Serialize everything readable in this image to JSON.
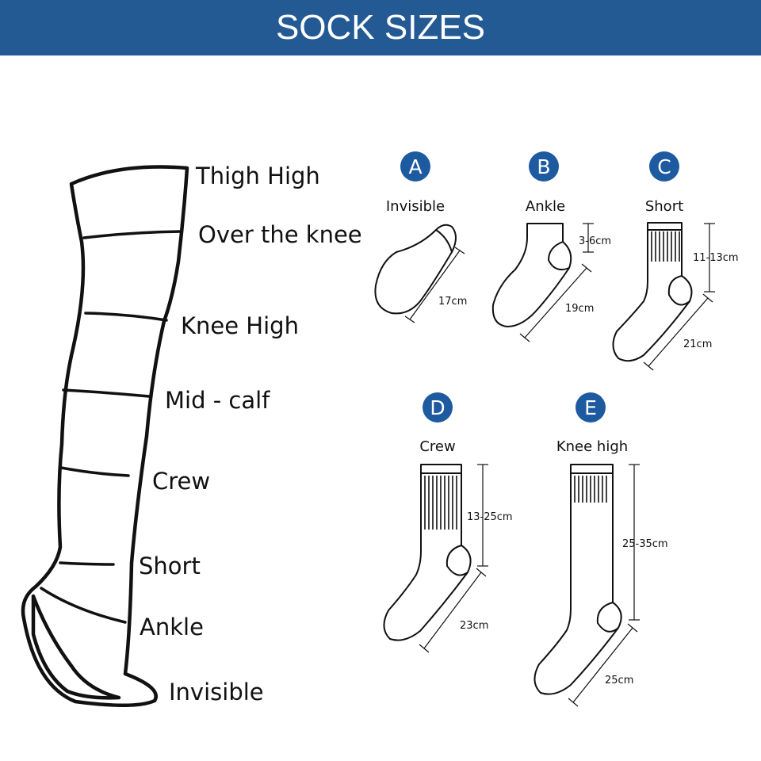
{
  "header": {
    "title": "SOCK SIZES"
  },
  "leg_labels": [
    "Thigh High",
    "Over the knee",
    "Knee High",
    "Mid - calf",
    "Crew",
    "Short",
    "Ankle",
    "Invisible"
  ],
  "socks": [
    {
      "letter": "A",
      "name": "Invisible",
      "foot_length": "17cm"
    },
    {
      "letter": "B",
      "name": "Ankle",
      "foot_length": "19cm",
      "leg_height": "3-6cm"
    },
    {
      "letter": "C",
      "name": "Short",
      "foot_length": "21cm",
      "leg_height": "11-13cm"
    },
    {
      "letter": "D",
      "name": "Crew",
      "foot_length": "23cm",
      "leg_height": "13-25cm"
    },
    {
      "letter": "E",
      "name": "Knee high",
      "foot_length": "25cm",
      "leg_height": "25-35cm"
    }
  ],
  "colors": {
    "banner": "#235a94",
    "badge": "#1e5aa0",
    "line": "#111111"
  }
}
